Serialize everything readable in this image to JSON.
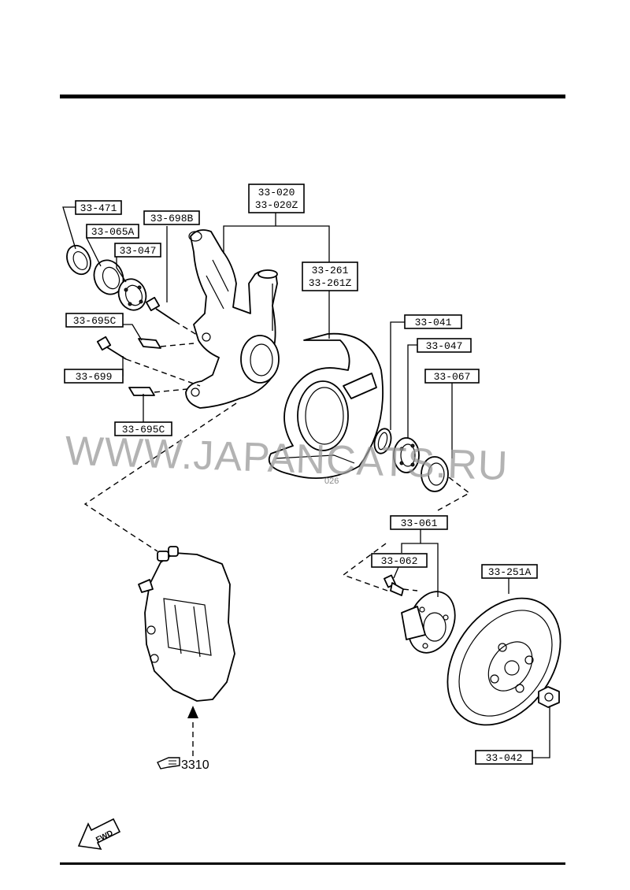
{
  "labels": {
    "p33_471": "33-471",
    "p33_065a": "33-065A",
    "p33_047a": "33-047",
    "p33_698b": "33-698B",
    "p33_020": "33-020",
    "p33_020z": "33-020Z",
    "p33_261": "33-261",
    "p33_261z": "33-261Z",
    "p33_695c_top": "33-695C",
    "p33_699": "33-699",
    "p33_695c_bottom": "33-695C",
    "p33_041": "33-041",
    "p33_047b": "33-047",
    "p33_067": "33-067",
    "p33_061": "33-061",
    "p33_062": "33-062",
    "p33_251a": "33-251A",
    "p33_042": "33-042"
  },
  "watermark": "WWW.JAPANCATS.RU",
  "image_code": "026",
  "reference": {
    "text": "3310",
    "icon": "pointing-hand-icon"
  },
  "fwd": {
    "text": "FWD",
    "icon": "fwd-arrow-icon"
  }
}
